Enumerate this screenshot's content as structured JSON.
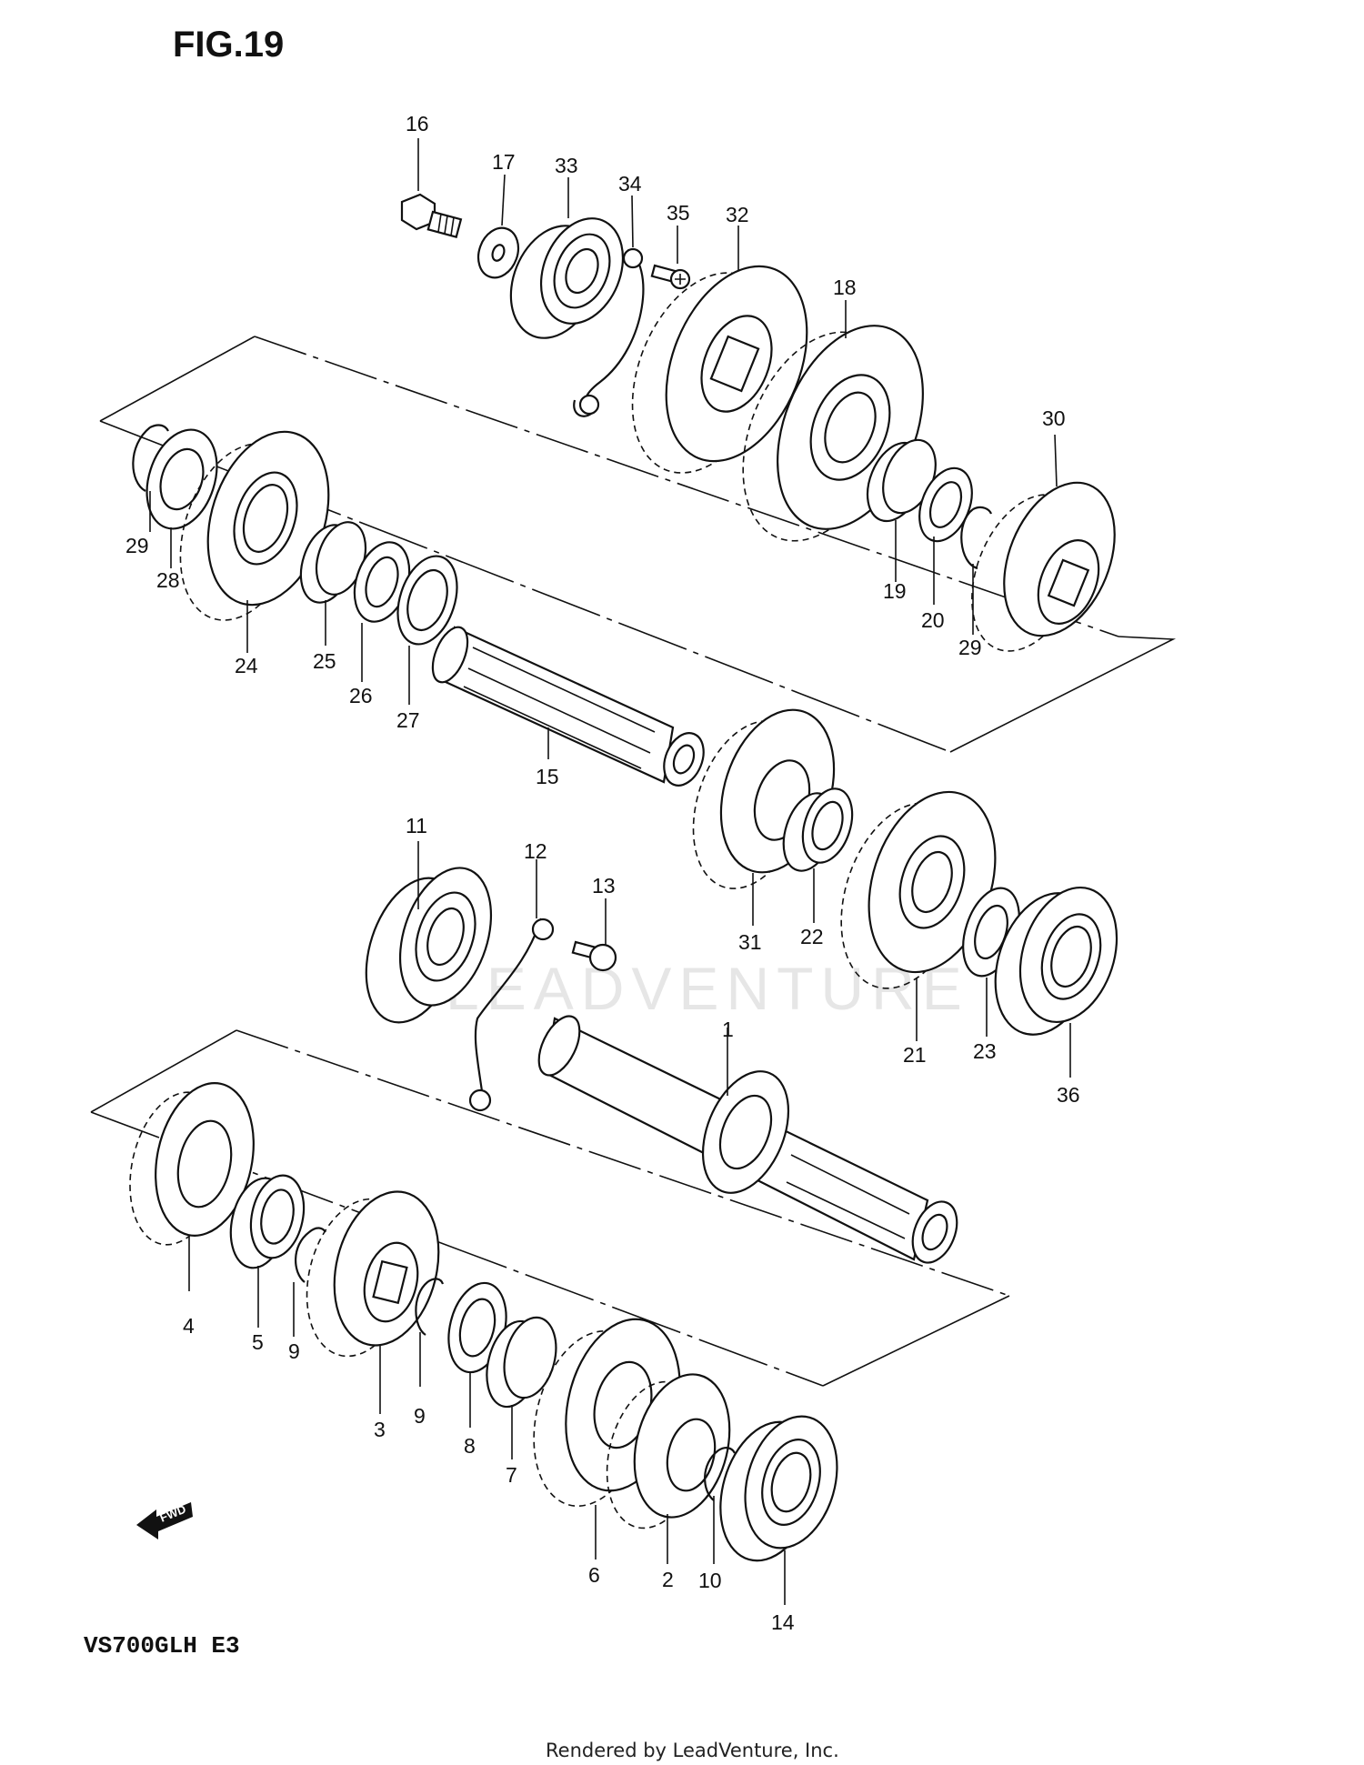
{
  "figure": {
    "title": "FIG.19",
    "model_code": "VS700GLH E3",
    "footer": "Rendered by LeadVenture, Inc.",
    "watermark": "LEADVENTURE"
  },
  "fwd_arrow": {
    "label": "FWD"
  },
  "callouts": [
    {
      "label": "1"
    },
    {
      "label": "2"
    },
    {
      "label": "3"
    },
    {
      "label": "4"
    },
    {
      "label": "5"
    },
    {
      "label": "6"
    },
    {
      "label": "7"
    },
    {
      "label": "8"
    },
    {
      "label": "9"
    },
    {
      "label": "9"
    },
    {
      "label": "10"
    },
    {
      "label": "11"
    },
    {
      "label": "12"
    },
    {
      "label": "13"
    },
    {
      "label": "14"
    },
    {
      "label": "15"
    },
    {
      "label": "16"
    },
    {
      "label": "17"
    },
    {
      "label": "18"
    },
    {
      "label": "19"
    },
    {
      "label": "20"
    },
    {
      "label": "21"
    },
    {
      "label": "22"
    },
    {
      "label": "23"
    },
    {
      "label": "24"
    },
    {
      "label": "25"
    },
    {
      "label": "26"
    },
    {
      "label": "27"
    },
    {
      "label": "28"
    },
    {
      "label": "29"
    },
    {
      "label": "29"
    },
    {
      "label": "30"
    },
    {
      "label": "31"
    },
    {
      "label": "32"
    },
    {
      "label": "33"
    },
    {
      "label": "34"
    },
    {
      "label": "35"
    },
    {
      "label": "36"
    }
  ],
  "colors": {
    "ink": "#111111",
    "paper": "#ffffff",
    "watermark": "#e6e6e6"
  }
}
